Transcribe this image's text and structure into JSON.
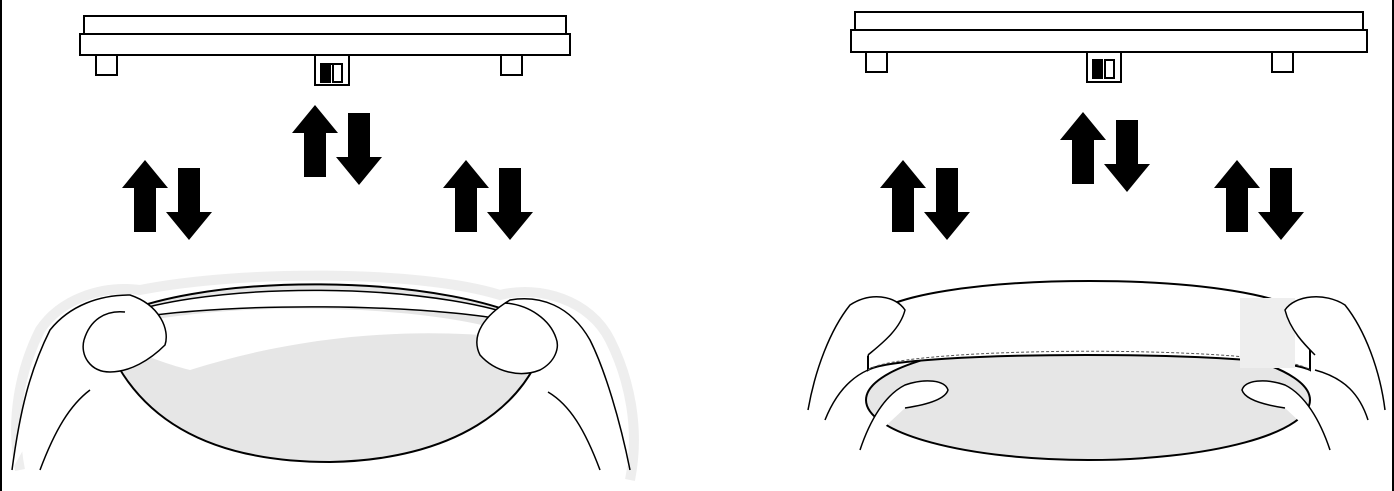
{
  "diagram": {
    "panels": [
      {
        "id": "left",
        "style": "dome-cover"
      },
      {
        "id": "right",
        "style": "flat-cover"
      }
    ],
    "arrow_pairs_per_panel": 3,
    "colors": {
      "stroke": "#000000",
      "fill_shade": "#e6e6e6",
      "background": "#ffffff"
    },
    "icons": [
      "mounting-base-icon",
      "up-down-arrows-icon",
      "hands-holding-cover-icon"
    ]
  }
}
